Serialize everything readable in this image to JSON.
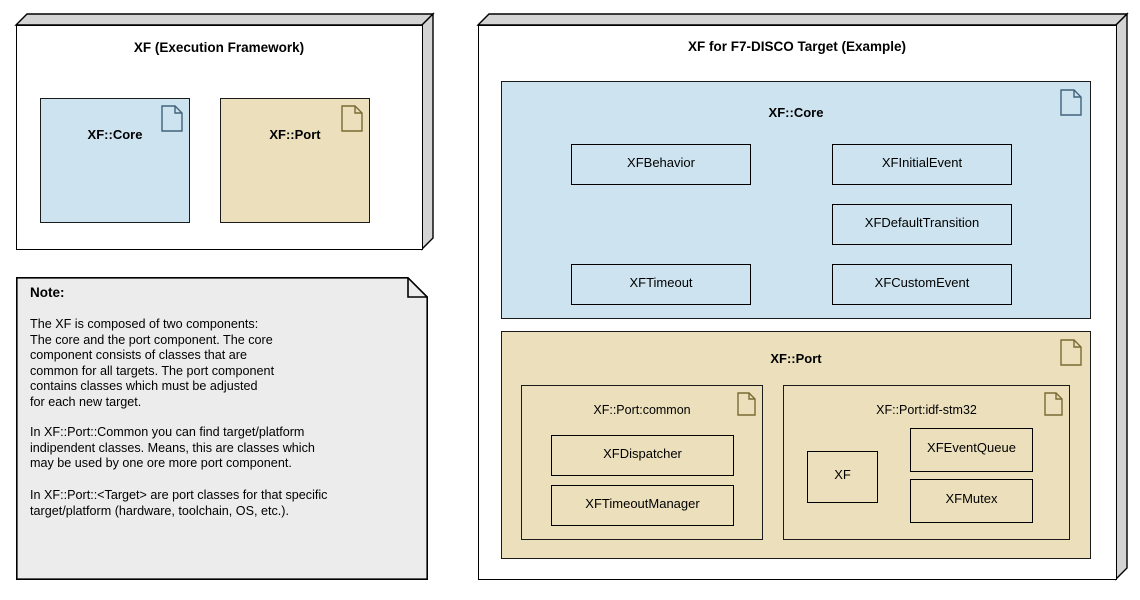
{
  "colors": {
    "core_fill": "#cde4f0",
    "port_fill": "#ece0bc",
    "note_fill": "#ececec",
    "bevel_fill": "#d4d4d4",
    "outline": "#000000",
    "core_icon_stroke": "#41627a",
    "port_icon_stroke": "#7a6a33"
  },
  "left_panel": {
    "title": "XF (Execution Framework)",
    "components": [
      {
        "label": "XF::Core",
        "icon": "document-icon",
        "fill": "core"
      },
      {
        "label": "XF::Port",
        "icon": "document-icon",
        "fill": "port"
      }
    ]
  },
  "note": {
    "title": "Note:",
    "paragraphs": [
      "The XF is composed of two components:\nThe core and the port component. The core\ncomponent consists of classes that are\ncommon for all targets. The port component\ncontains classes which must be adjusted\nfor each new target.",
      "In XF::Port::Common you can find target/platform\nindipendent classes. Means, this are classes which\nmay be used by one ore more port component.",
      "In XF::Port::<Target> are port classes for that specific\ntarget/platform (hardware, toolchain, OS, etc.)."
    ]
  },
  "right_panel": {
    "title": "XF for F7-DISCO Target (Example)",
    "core": {
      "label": "XF::Core",
      "icon": "document-icon",
      "classes": [
        {
          "label": "XFBehavior"
        },
        {
          "label": "XFInitialEvent"
        },
        {
          "label": "XFDefaultTransition"
        },
        {
          "label": "XFTimeout"
        },
        {
          "label": "XFCustomEvent"
        }
      ]
    },
    "port": {
      "label": "XF::Port",
      "icon": "document-icon",
      "subcomponents": [
        {
          "label": "XF::Port:common",
          "icon": "document-icon",
          "classes": [
            {
              "label": "XFDispatcher"
            },
            {
              "label": "XFTimeoutManager"
            }
          ]
        },
        {
          "label": "XF::Port:idf-stm32",
          "icon": "document-icon",
          "classes": [
            {
              "label": "XF"
            },
            {
              "label": "XFEventQueue"
            },
            {
              "label": "XFMutex"
            }
          ]
        }
      ]
    }
  }
}
